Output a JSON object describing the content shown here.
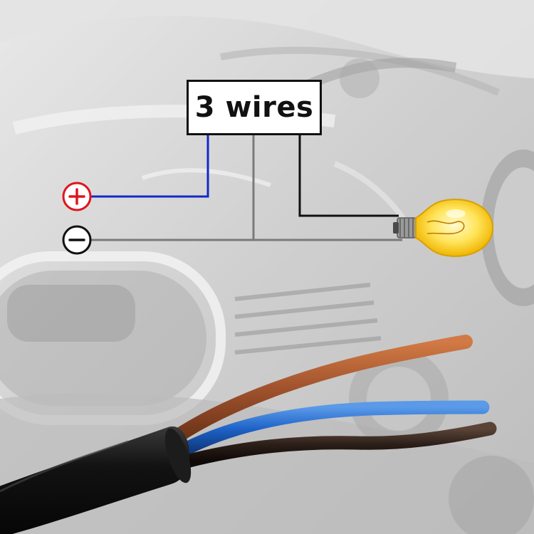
{
  "diagram": {
    "label": "3 wires",
    "terminals": {
      "positive": {
        "symbol": "+",
        "color": "#e0141c",
        "wire_color": "#1428c8"
      },
      "negative": {
        "symbol": "−",
        "color": "#111111",
        "wire_color": "#7a7a7a"
      }
    },
    "lamp_wire_color": "#111111",
    "load": "light-bulb-icon"
  },
  "cable": {
    "wires": [
      {
        "name": "brown",
        "color": "#a0522d"
      },
      {
        "name": "blue",
        "color": "#1e63c8"
      },
      {
        "name": "black",
        "color": "#2a1e18"
      }
    ],
    "sheath_color": "#0e0e0e"
  },
  "background": {
    "subject": "motorcycle-engine",
    "tone": "#c8c8c8"
  }
}
